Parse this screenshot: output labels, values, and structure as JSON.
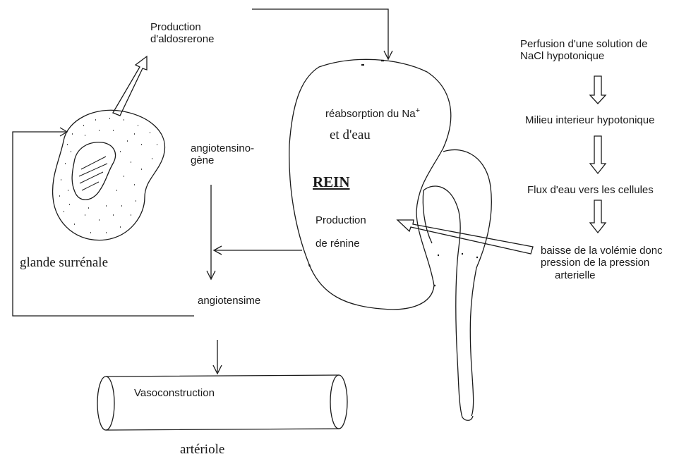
{
  "labels": {
    "production_aldosterone_line1": "Production",
    "production_aldosterone_line2": "d'aldosrerone",
    "glande": "glande surrénale",
    "angiotensinogene_line1": "angiotensino-",
    "angiotensinogene_line2": "gène",
    "angiotensime": "angiotensime",
    "vasoconstruction": "Vasoconstruction",
    "arteriole": "artériole",
    "reabsorption": "réabsorption du Na",
    "reabsorption_sup": "+",
    "eau": "et d'eau",
    "rein": "REIN",
    "production_renine_line1": "Production",
    "production_renine_line2": "de rénine",
    "perfusion_line1": "Perfusion d'une solution  de",
    "perfusion_line2": "NaCl hypotonique",
    "milieu": "Milieu interieur hypotonique",
    "flux": "Flux d'eau  vers  les cellules",
    "baisse_line1": "baisse de la volémie donc",
    "baisse_line2": "pression de la pression",
    "baisse_line3": "arterielle"
  },
  "colors": {
    "ink": "#1a1a1a",
    "background": "#ffffff"
  }
}
